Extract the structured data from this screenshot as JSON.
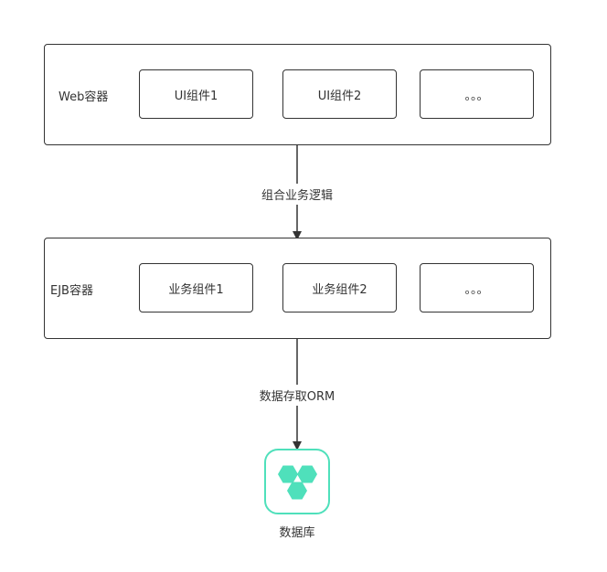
{
  "web_container": {
    "label": "Web容器",
    "components": [
      "UI组件1",
      "UI组件2",
      "。。。"
    ]
  },
  "ejb_container": {
    "label": "EJB容器",
    "components": [
      "业务组件1",
      "业务组件2",
      "。。。"
    ]
  },
  "edges": {
    "web_to_ejb": "组合业务逻辑",
    "ejb_to_db": "数据存取ORM"
  },
  "database": {
    "label": "数据库",
    "icon": "database-icon",
    "accent_color": "#4fe0bb"
  },
  "colors": {
    "stroke": "#333333"
  }
}
